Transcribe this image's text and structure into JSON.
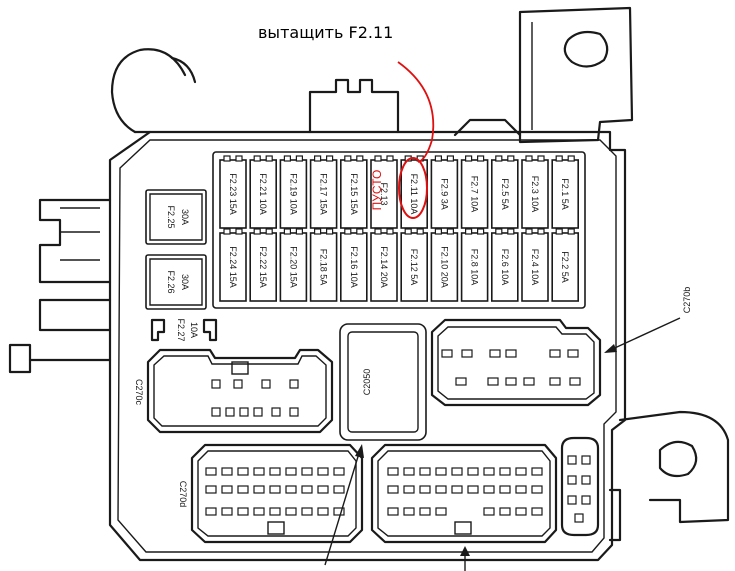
{
  "annotation": {
    "instruction": "вытащить F2.11",
    "empty_label": "ПУСТО",
    "annotation_color": "#e01010"
  },
  "fuses_top": [
    "F2.23 15A",
    "F2.21 10A",
    "F2.19 10A",
    "F2.17 15A",
    "F2.15 15A",
    "F2.13",
    "F2.11 10A",
    "F2.9 3A",
    "F2.7 10A",
    "F2.5 5A",
    "F2.3 10A",
    "F2.1 5A"
  ],
  "fuses_bottom": [
    "F2.24 15A",
    "F2.22 15A",
    "F2.20 15A",
    "F2.18 5A",
    "F2.16 10A",
    "F2.14 20A",
    "F2.12 5A",
    "F2.10 20A",
    "F2.8 10A",
    "F2.6 10A",
    "F2.4 10A",
    "F2.2 5A"
  ],
  "large_fuses": {
    "f225_line1": "F2.25",
    "f225_line2": "30A",
    "f226_line1": "F2.26",
    "f226_line2": "30A",
    "f227_line1": "F2.27",
    "f227_line2": "10A"
  },
  "connectors": {
    "c270b": "C270b",
    "c270c": "C270c",
    "c270d": "C270d",
    "c2050": "C2050"
  }
}
